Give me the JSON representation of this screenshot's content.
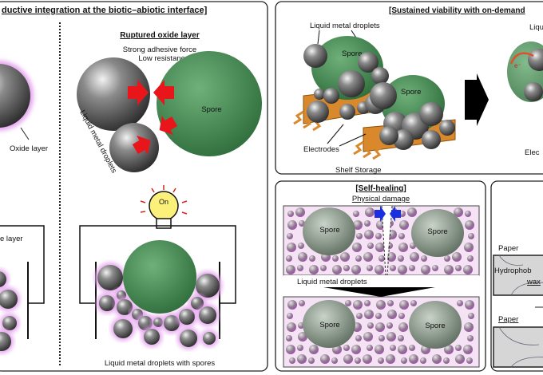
{
  "left_panel": {
    "title": "ductive integration at the biotic–abiotic interface]",
    "oxide_label": "Oxide layer",
    "partial_circuit_label": "e layer",
    "ruptured_title": "Ruptured oxide layer",
    "adhesive": "Strong adhesive force",
    "resistance": "Low resistance",
    "spore": "Spore",
    "droplets_rotated": "Liquid metal droplets",
    "bulb": "On",
    "caption": "Liquid metal droplets with spores"
  },
  "viability_panel": {
    "title": "[Sustained viability with on-demand",
    "droplets": "Liquid metal droplets",
    "spore1": "Spore",
    "spore2": "Spore",
    "electrodes": "Electrodes",
    "storage": "Shelf Storage",
    "right_droplets_partial": "Liqu",
    "right_electrodes_partial": "Elec",
    "electron": "e⁻"
  },
  "healing_panel": {
    "title": "[Self-healing]",
    "damage": "Physical damage",
    "spore": "Spore",
    "droplets": "Liquid metal droplets"
  },
  "paper_panel": {
    "paper1": "Paper",
    "hydro": "Hydrophob",
    "wax": "wax",
    "paper2": "Paper"
  },
  "colors": {
    "spore": "#3f8a4f",
    "arrow_red": "#e8151b",
    "arrow_blue": "#1a2fe0",
    "electrode": "#d9892b",
    "glow": "#e6a6ef"
  }
}
